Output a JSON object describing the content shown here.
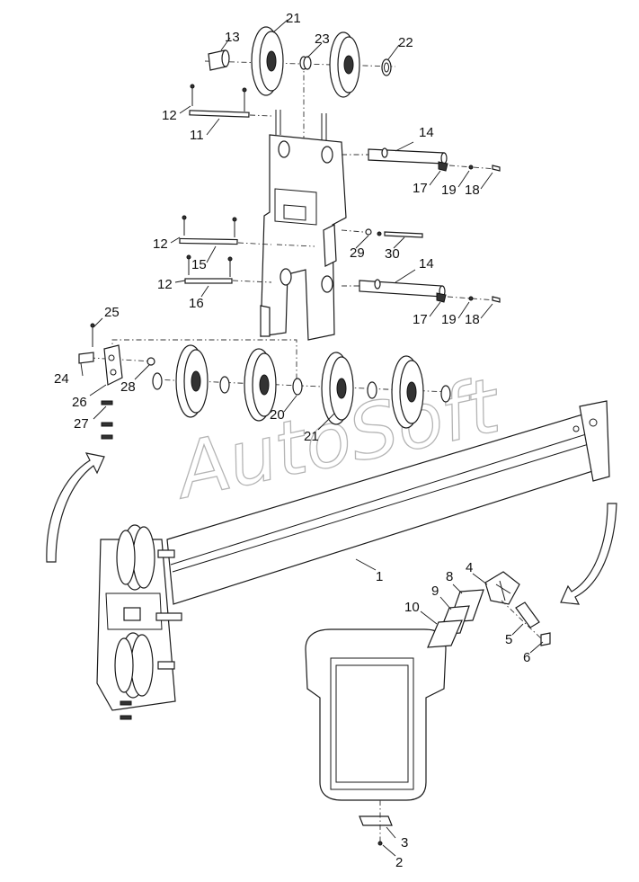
{
  "watermark": "AutoSoft",
  "callouts": [
    {
      "id": "c21a",
      "text": "21"
    },
    {
      "id": "c13",
      "text": "13"
    },
    {
      "id": "c23",
      "text": "23"
    },
    {
      "id": "c22",
      "text": "22"
    },
    {
      "id": "c12a",
      "text": "12"
    },
    {
      "id": "c11",
      "text": "11"
    },
    {
      "id": "c14a",
      "text": "14"
    },
    {
      "id": "c17a",
      "text": "17"
    },
    {
      "id": "c19a",
      "text": "19"
    },
    {
      "id": "c18a",
      "text": "18"
    },
    {
      "id": "c12b",
      "text": "12"
    },
    {
      "id": "c15",
      "text": "15"
    },
    {
      "id": "c29",
      "text": "29"
    },
    {
      "id": "c30",
      "text": "30"
    },
    {
      "id": "c12c",
      "text": "12"
    },
    {
      "id": "c16",
      "text": "16"
    },
    {
      "id": "c14b",
      "text": "14"
    },
    {
      "id": "c17b",
      "text": "17"
    },
    {
      "id": "c19b",
      "text": "19"
    },
    {
      "id": "c18b",
      "text": "18"
    },
    {
      "id": "c25",
      "text": "25"
    },
    {
      "id": "c24",
      "text": "24"
    },
    {
      "id": "c28",
      "text": "28"
    },
    {
      "id": "c26",
      "text": "26"
    },
    {
      "id": "c27",
      "text": "27"
    },
    {
      "id": "c20",
      "text": "20"
    },
    {
      "id": "c21b",
      "text": "21"
    },
    {
      "id": "c1",
      "text": "1"
    },
    {
      "id": "c4",
      "text": "4"
    },
    {
      "id": "c8",
      "text": "8"
    },
    {
      "id": "c9",
      "text": "9"
    },
    {
      "id": "c10",
      "text": "10"
    },
    {
      "id": "c5",
      "text": "5"
    },
    {
      "id": "c6",
      "text": "6"
    },
    {
      "id": "c3",
      "text": "3"
    },
    {
      "id": "c2",
      "text": "2"
    }
  ]
}
